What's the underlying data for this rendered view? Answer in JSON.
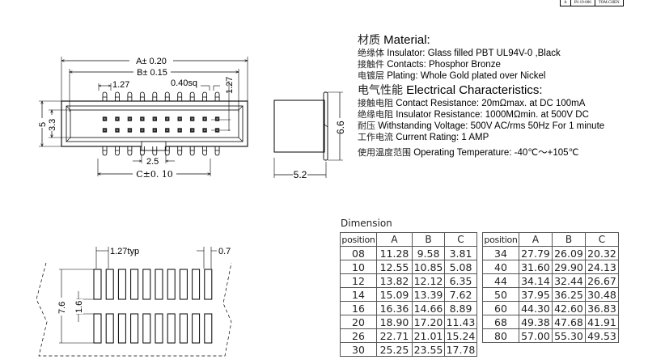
{
  "title_block": {
    "rev": "A",
    "doc_no": "IN-19-006",
    "author": "TOM.CHEN"
  },
  "top_view": {
    "dim_a": "A± 0.20",
    "dim_b": "B± 0.15",
    "pitch": "1.27",
    "pin_size": "0.40sq",
    "row_pitch": "1.27",
    "height_outer": "5",
    "height_inner": "3.3",
    "key_width": "2.5",
    "dim_c": "C±0. 10",
    "pin_columns": 10,
    "pin_rows": 2
  },
  "side_view": {
    "height": "6.6",
    "depth": "5.2"
  },
  "pcb_layout": {
    "pitch": "1.27typ",
    "pad_width": "0.7",
    "row_span": "7.6",
    "row_gap": "1.6",
    "pad_columns": 10,
    "pad_rows": 2
  },
  "material": {
    "heading_cn": "材质",
    "heading_en": "Material:",
    "lines": [
      {
        "cn": "绝缘体",
        "en": "Insulator: Glass filled PBT UL94V-0 ,Black"
      },
      {
        "cn": "接触件",
        "en": "Contacts: Phosphor Bronze"
      },
      {
        "cn": "电镀层",
        "en": "Plating: Whole Gold plated over Nickel"
      }
    ]
  },
  "electrical": {
    "heading_cn": "电气性能",
    "heading_en": "Electrical Characteristics:",
    "lines": [
      {
        "cn": "接触电阻",
        "en": "Contact Resistance: 20mΩmax. at DC 100mA"
      },
      {
        "cn": "绝缘电阻",
        "en": "Insulator Resistance: 1000MΩmin. at 500V DC"
      },
      {
        "cn": "耐压",
        "en": "Withstanding Voltage: 500V AC/rms 50Hz For 1 minute"
      },
      {
        "cn": "工作电流",
        "en": "Current Rating: 1 AMP"
      }
    ],
    "temperature": {
      "cn": "使用温度范围",
      "en": "Operating Temperature: -40℃～+105℃"
    }
  },
  "dimension_table": {
    "title": "Dimension",
    "headers": [
      "position",
      "A",
      "B",
      "C"
    ],
    "left_rows": [
      [
        "08",
        "11.28",
        "9.58",
        "3.81"
      ],
      [
        "10",
        "12.55",
        "10.85",
        "5.08"
      ],
      [
        "12",
        "13.82",
        "12.12",
        "6.35"
      ],
      [
        "14",
        "15.09",
        "13.39",
        "7.62"
      ],
      [
        "16",
        "16.36",
        "14.66",
        "8.89"
      ],
      [
        "20",
        "18.90",
        "17.20",
        "11.43"
      ],
      [
        "26",
        "22.71",
        "21.01",
        "15.24"
      ],
      [
        "30",
        "25.25",
        "23.55",
        "17.78"
      ]
    ],
    "right_rows": [
      [
        "34",
        "27.79",
        "26.09",
        "20.32"
      ],
      [
        "40",
        "31.60",
        "29.90",
        "24.13"
      ],
      [
        "44",
        "34.14",
        "32.44",
        "26.67"
      ],
      [
        "50",
        "37.95",
        "36.25",
        "30.48"
      ],
      [
        "60",
        "44.30",
        "42.60",
        "36.83"
      ],
      [
        "68",
        "49.38",
        "47.68",
        "41.91"
      ],
      [
        "80",
        "57.00",
        "55.30",
        "49.53"
      ]
    ]
  }
}
